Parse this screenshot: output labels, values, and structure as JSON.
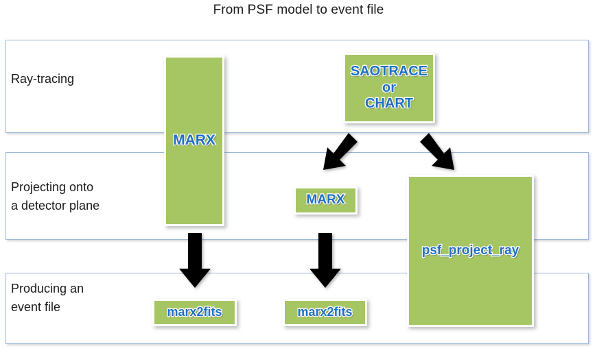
{
  "title": "From PSF model to event file",
  "colors": {
    "box_fill": "#a6c664",
    "box_label": "#1f6fc4",
    "band_border": "#9cb8d8",
    "arrow": "#000000",
    "background": "#ffffff"
  },
  "rows": [
    {
      "label": "Ray-tracing"
    },
    {
      "label": "Projecting onto\na detector plane"
    },
    {
      "label": "Producing an\nevent file"
    }
  ],
  "boxes": [
    {
      "id": "marx-tall",
      "label": "MARX",
      "row": 0
    },
    {
      "id": "saotrace",
      "label": "SAOTRACE\nor\nCHART",
      "row": 0
    },
    {
      "id": "marx-small",
      "label": "MARX",
      "row": 1
    },
    {
      "id": "psf-project",
      "label": "psf_project_ray",
      "row": 1
    },
    {
      "id": "marx2fits-1",
      "label": "marx2fits",
      "row": 2
    },
    {
      "id": "marx2fits-2",
      "label": "marx2fits",
      "row": 2
    }
  ],
  "arrows": [
    {
      "id": "saotrace-to-marx",
      "from": "saotrace",
      "to": "marx-small",
      "direction": "down-left"
    },
    {
      "id": "saotrace-to-psf",
      "from": "saotrace",
      "to": "psf-project",
      "direction": "down-right"
    },
    {
      "id": "marx-to-marx2fits",
      "from": "marx-tall",
      "to": "marx2fits-1",
      "direction": "down"
    },
    {
      "id": "marxs-to-marx2fits",
      "from": "marx-small",
      "to": "marx2fits-2",
      "direction": "down"
    }
  ]
}
